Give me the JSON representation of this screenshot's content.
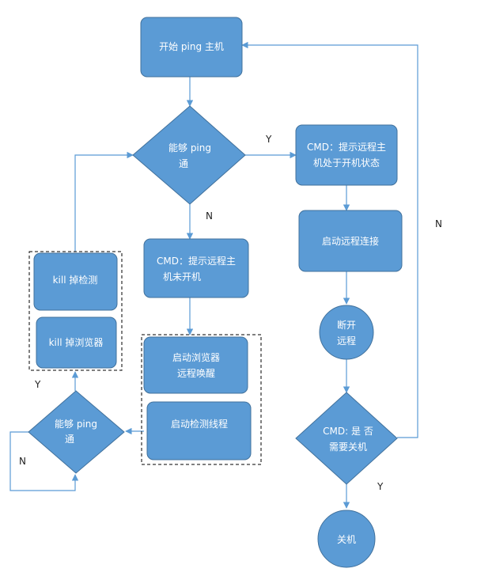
{
  "colors": {
    "node_fill": "#5b9bd5",
    "node_stroke": "#41719c",
    "edge": "#5b9bd5",
    "text": "#ffffff"
  },
  "nodes": {
    "start": "开始 ping 主机",
    "decision_ping_line1": "能够 ping",
    "decision_ping_line2": "通",
    "cmd_on_line1": "CMD：提示远程主",
    "cmd_on_line2": "机处于开机状态",
    "start_remote": "启动远程连接",
    "disconnect_line1": "断开",
    "disconnect_line2": "远程",
    "cmd_shutdown_line1": "CMD: 是 否",
    "cmd_shutdown_line2": "需要关机",
    "shutdown": "关机",
    "cmd_off_line1": "CMD：提示远程主",
    "cmd_off_line2": "机未开机",
    "start_browser_line1": "启动浏览器",
    "start_browser_line2": "远程唤醒",
    "start_detect": "启动检测线程",
    "kill_detect": "kill 掉检测",
    "kill_browser": "kill 掉浏览器",
    "decision_left_line1": "能够 ping",
    "decision_left_line2": "通"
  },
  "edges": {
    "y_right": "Y",
    "n_down": "N",
    "n_far_right": "N",
    "y_bottom": "Y",
    "y_left": "Y",
    "n_left": "N"
  }
}
